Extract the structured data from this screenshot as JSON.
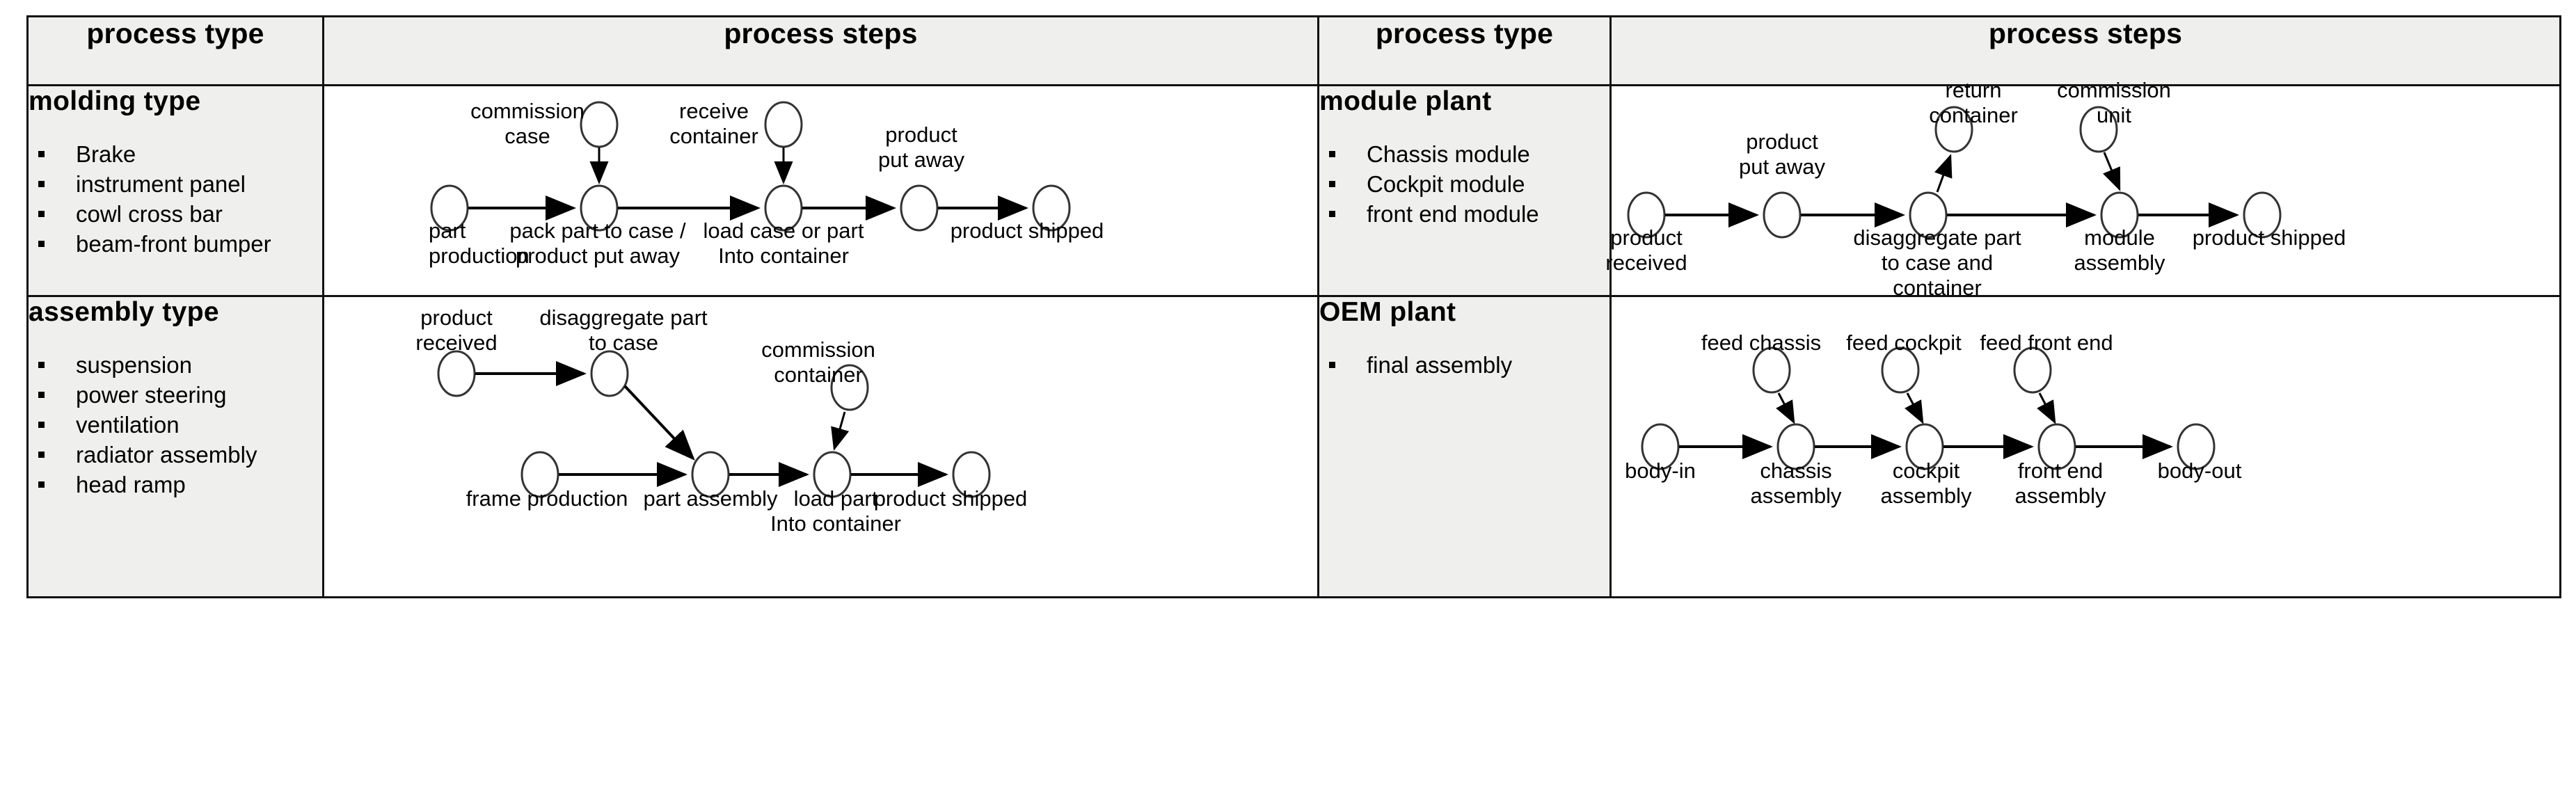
{
  "table": {
    "headers": [
      "process type",
      "process steps",
      "process type",
      "process steps"
    ],
    "colors": {
      "header_bg": "#efefee",
      "type_cell_bg": "#efefee",
      "steps_cell_bg": "#ffffff",
      "border": "#111111",
      "text": "#000000"
    }
  },
  "rows": [
    {
      "type": {
        "title": "molding type",
        "items": [
          "Brake",
          "instrument panel",
          "cowl cross bar",
          "beam-front bumper"
        ]
      },
      "diagram": {
        "name": "molding-type-process-flow",
        "nodes": [
          {
            "id": "part-production",
            "label": "part\nproduction",
            "label_pos": "below-left"
          },
          {
            "id": "commission-case",
            "label": "commission\ncase",
            "label_pos": "left-of-node"
          },
          {
            "id": "pack-part",
            "label": "pack part to case /\nproduct put away",
            "label_pos": "below"
          },
          {
            "id": "receive-container",
            "label": "receive\ncontainer",
            "label_pos": "left-of-node"
          },
          {
            "id": "load-case",
            "label": "load case or part\nInto container",
            "label_pos": "below"
          },
          {
            "id": "product-put-away",
            "label": "product\nput away",
            "label_pos": "above"
          },
          {
            "id": "product-shipped",
            "label": "product shipped",
            "label_pos": "below-left"
          }
        ],
        "edges": [
          {
            "from": "part-production",
            "to": "pack-part"
          },
          {
            "from": "commission-case",
            "to": "pack-part"
          },
          {
            "from": "pack-part",
            "to": "load-case"
          },
          {
            "from": "receive-container",
            "to": "load-case"
          },
          {
            "from": "load-case",
            "to": "product-put-away"
          },
          {
            "from": "product-put-away",
            "to": "product-shipped"
          }
        ]
      }
    },
    {
      "type": {
        "title": "assembly type",
        "items": [
          "suspension",
          "power steering",
          "ventilation",
          "radiator assembly",
          "head ramp"
        ]
      },
      "diagram": {
        "name": "assembly-type-process-flow",
        "nodes": [
          {
            "id": "product-received",
            "label": "product\nreceived",
            "label_pos": "above"
          },
          {
            "id": "disaggregate-part-to-case",
            "label": "disaggregate part\nto case",
            "label_pos": "above"
          },
          {
            "id": "frame-production",
            "label": "frame production",
            "label_pos": "below"
          },
          {
            "id": "part-assembly",
            "label": "part assembly",
            "label_pos": "below"
          },
          {
            "id": "commission-container",
            "label": "commission\ncontainer",
            "label_pos": "left-of-node"
          },
          {
            "id": "load-part",
            "label": "load part\nInto container",
            "label_pos": "below"
          },
          {
            "id": "product-shipped",
            "label": "product shipped",
            "label_pos": "below-left"
          }
        ],
        "edges": [
          {
            "from": "product-received",
            "to": "disaggregate-part-to-case"
          },
          {
            "from": "disaggregate-part-to-case",
            "to": "part-assembly"
          },
          {
            "from": "frame-production",
            "to": "part-assembly"
          },
          {
            "from": "part-assembly",
            "to": "load-part"
          },
          {
            "from": "commission-container",
            "to": "load-part"
          },
          {
            "from": "load-part",
            "to": "product-shipped"
          }
        ]
      }
    },
    {
      "type": {
        "title": "module plant",
        "items": [
          "Chassis module",
          "Cockpit module",
          "front end module"
        ]
      },
      "diagram": {
        "name": "module-plant-process-flow",
        "nodes": [
          {
            "id": "product-received",
            "label": "product\nreceived",
            "label_pos": "below"
          },
          {
            "id": "product-put-away",
            "label": "product\nput away",
            "label_pos": "above"
          },
          {
            "id": "disaggregate",
            "label": "disaggregate part\nto case and\ncontainer",
            "label_pos": "below"
          },
          {
            "id": "return-container",
            "label": "return\ncontainer",
            "label_pos": "above"
          },
          {
            "id": "commission-unit",
            "label": "commission\nunit",
            "label_pos": "above"
          },
          {
            "id": "module-assembly",
            "label": "module\nassembly",
            "label_pos": "below"
          },
          {
            "id": "product-shipped",
            "label": "product shipped",
            "label_pos": "below-left"
          }
        ],
        "edges": [
          {
            "from": "product-received",
            "to": "product-put-away"
          },
          {
            "from": "product-put-away",
            "to": "disaggregate"
          },
          {
            "from": "disaggregate",
            "to": "return-container"
          },
          {
            "from": "disaggregate",
            "to": "module-assembly"
          },
          {
            "from": "commission-unit",
            "to": "module-assembly"
          },
          {
            "from": "module-assembly",
            "to": "product-shipped"
          }
        ]
      }
    },
    {
      "type": {
        "title": "OEM plant",
        "items": [
          "final assembly"
        ]
      },
      "diagram": {
        "name": "oem-plant-process-flow",
        "nodes": [
          {
            "id": "body-in",
            "label": "body-in",
            "label_pos": "below"
          },
          {
            "id": "feed-chassis",
            "label": "feed chassis",
            "label_pos": "above"
          },
          {
            "id": "chassis-assembly",
            "label": "chassis\nassembly",
            "label_pos": "below"
          },
          {
            "id": "feed-cockpit",
            "label": "feed cockpit",
            "label_pos": "above"
          },
          {
            "id": "cockpit-assembly",
            "label": "cockpit\nassembly",
            "label_pos": "below"
          },
          {
            "id": "feed-front-end",
            "label": "feed front end",
            "label_pos": "above"
          },
          {
            "id": "front-end-assembly",
            "label": "front end\nassembly",
            "label_pos": "below"
          },
          {
            "id": "body-out",
            "label": "body-out",
            "label_pos": "below"
          }
        ],
        "edges": [
          {
            "from": "body-in",
            "to": "chassis-assembly"
          },
          {
            "from": "feed-chassis",
            "to": "chassis-assembly"
          },
          {
            "from": "chassis-assembly",
            "to": "cockpit-assembly"
          },
          {
            "from": "feed-cockpit",
            "to": "cockpit-assembly"
          },
          {
            "from": "cockpit-assembly",
            "to": "front-end-assembly"
          },
          {
            "from": "feed-front-end",
            "to": "front-end-assembly"
          },
          {
            "from": "front-end-assembly",
            "to": "body-out"
          }
        ]
      }
    }
  ],
  "labels": {
    "r1": {
      "part_production_1": "part",
      "part_production_2": "production",
      "commission_case_1": "commission",
      "commission_case_2": "case",
      "pack_part_1": "pack part to case /",
      "pack_part_2": "product put away",
      "receive_container_1": "receive",
      "receive_container_2": "container",
      "load_case_1": "load case or part",
      "load_case_2": "Into container",
      "product_put_away_1": "product",
      "product_put_away_2": "put away",
      "product_shipped": "product shipped"
    },
    "r2": {
      "product_received_1": "product",
      "product_received_2": "received",
      "disaggregate_1": "disaggregate part",
      "disaggregate_2": "to case",
      "commission_container_1": "commission",
      "commission_container_2": "container",
      "frame_production": "frame production",
      "part_assembly": "part assembly",
      "load_part_1": "load part",
      "load_part_2": "Into container",
      "product_shipped": "product shipped"
    },
    "r3": {
      "product_received_1": "product",
      "product_received_2": "received",
      "product_put_away_1": "product",
      "product_put_away_2": "put away",
      "return_container_1": "return",
      "return_container_2": "container",
      "commission_unit_1": "commission",
      "commission_unit_2": "unit",
      "disaggregate_1": "disaggregate part",
      "disaggregate_2": "to case and",
      "disaggregate_3": "container",
      "module_assembly_1": "module",
      "module_assembly_2": "assembly",
      "product_shipped": "product shipped"
    },
    "r4": {
      "feed_chassis": "feed chassis",
      "feed_cockpit": "feed cockpit",
      "feed_front_end": "feed front end",
      "body_in": "body-in",
      "chassis_assembly_1": "chassis",
      "chassis_assembly_2": "assembly",
      "cockpit_assembly_1": "cockpit",
      "cockpit_assembly_2": "assembly",
      "front_end_assembly_1": "front end",
      "front_end_assembly_2": "assembly",
      "body_out": "body-out"
    }
  }
}
